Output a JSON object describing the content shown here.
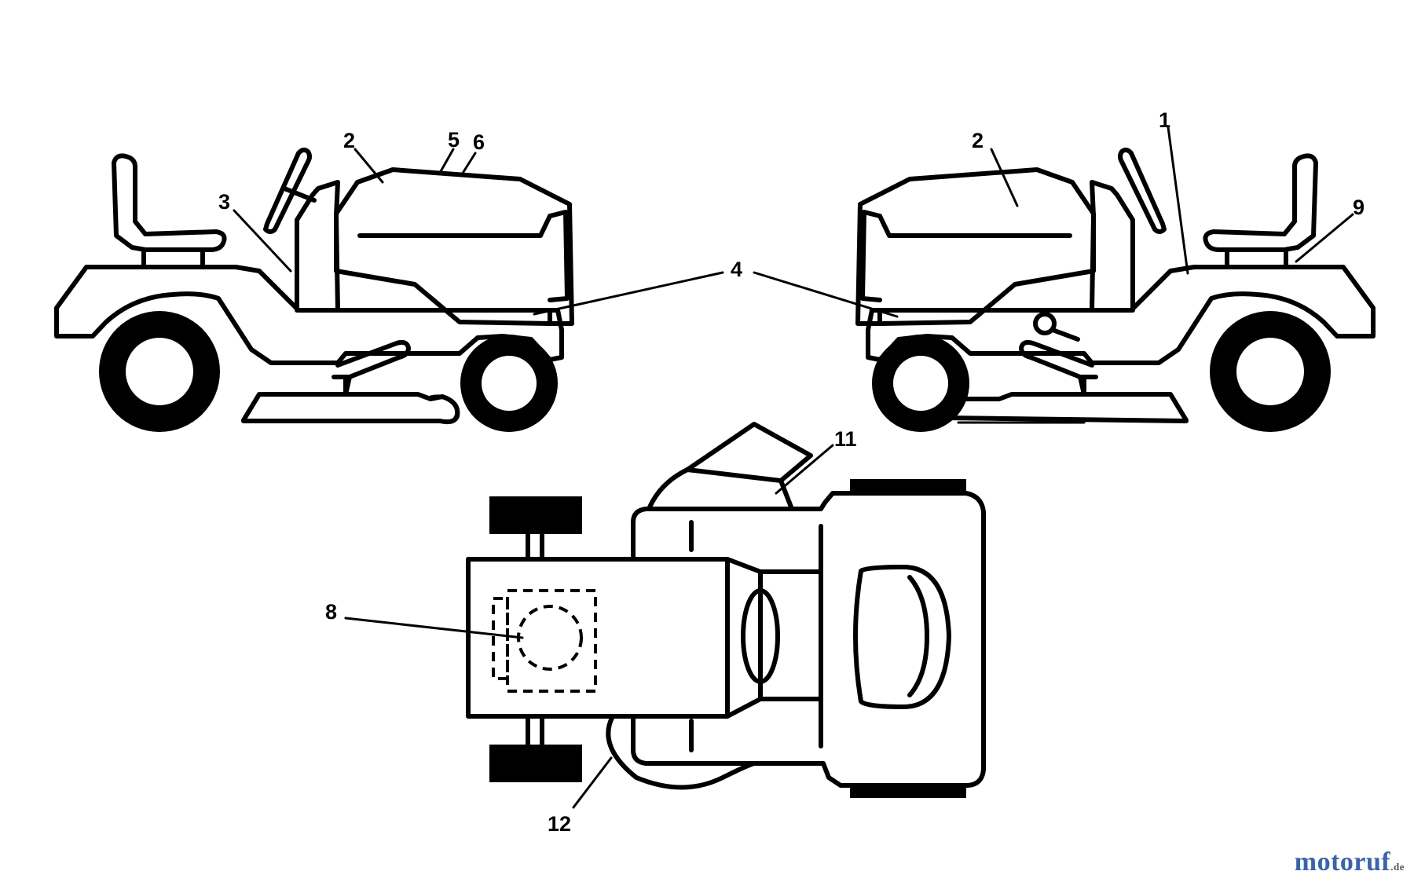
{
  "diagram": {
    "callouts": [
      {
        "id": "c2a",
        "label": "2"
      },
      {
        "id": "c5",
        "label": "5"
      },
      {
        "id": "c6",
        "label": "6"
      },
      {
        "id": "c3",
        "label": "3"
      },
      {
        "id": "c4",
        "label": "4"
      },
      {
        "id": "c2b",
        "label": "2"
      },
      {
        "id": "c1",
        "label": "1"
      },
      {
        "id": "c9",
        "label": "9"
      },
      {
        "id": "c11",
        "label": "11"
      },
      {
        "id": "c8",
        "label": "8"
      },
      {
        "id": "c12",
        "label": "12"
      }
    ]
  },
  "watermark": {
    "main": "motoruf",
    "tld": ".de",
    "color": "#3b63a8"
  }
}
